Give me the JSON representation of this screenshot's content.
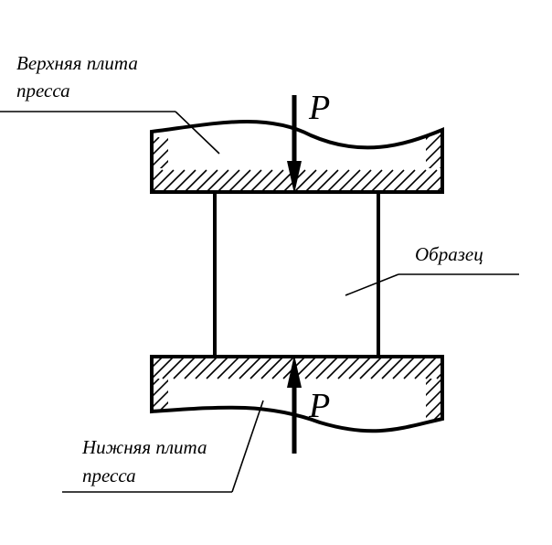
{
  "labels": {
    "upper_plate_line1": "Верхняя плита",
    "upper_plate_line2": "пресса",
    "specimen": "Образец",
    "lower_plate_line1": "Нижняя плита",
    "lower_plate_line2": "пресса",
    "force_top": "P",
    "force_bottom": "P"
  },
  "colors": {
    "ink": "#000000",
    "background": "#ffffff"
  }
}
